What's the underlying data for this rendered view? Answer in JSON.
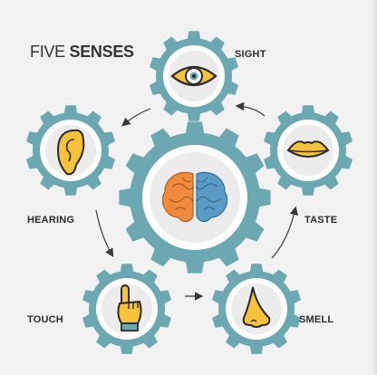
{
  "title": {
    "prefix": "FIVE",
    "emphasis": "SENSES"
  },
  "senses": [
    {
      "key": "sight",
      "label": "SIGHT",
      "icon": "eye-icon"
    },
    {
      "key": "taste",
      "label": "TASTE",
      "icon": "lips-icon"
    },
    {
      "key": "smell",
      "label": "SMELL",
      "icon": "nose-icon"
    },
    {
      "key": "touch",
      "label": "TOUCH",
      "icon": "pointing-hand-icon"
    },
    {
      "key": "hearing",
      "label": "HEARING",
      "icon": "ear-icon"
    }
  ],
  "center": {
    "icon": "brain-icon"
  },
  "colors": {
    "gear": "#6ba8b2",
    "gear_inner_ring": "#ffffff",
    "gear_center": "#ececec",
    "background": "#f2f2f2",
    "arrow": "#3a3a3a",
    "icon_yellow": "#f6c33a",
    "icon_outline": "#2b2b2b",
    "brain_left": "#f08a3c",
    "brain_right": "#5a9bc6"
  }
}
